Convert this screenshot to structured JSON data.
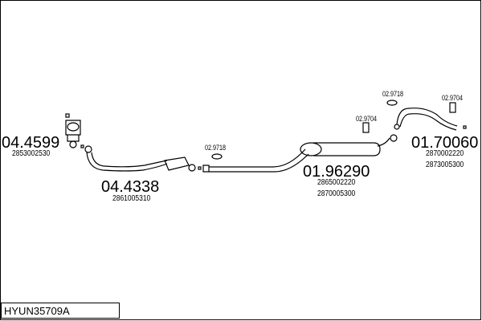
{
  "title": "HYUN35709A",
  "parts": [
    {
      "code": "04.4599",
      "refs": [
        "2853002530"
      ]
    },
    {
      "code": "04.4338",
      "refs": [
        "2861005310"
      ]
    },
    {
      "code": "01.96290",
      "refs": [
        "2865002220",
        "2870005300"
      ]
    },
    {
      "code": "01.70060",
      "refs": [
        "2870002220",
        "2873005300"
      ]
    }
  ],
  "small_parts": [
    "02.9718",
    "02.9704",
    "02.9718",
    "02.9704"
  ]
}
